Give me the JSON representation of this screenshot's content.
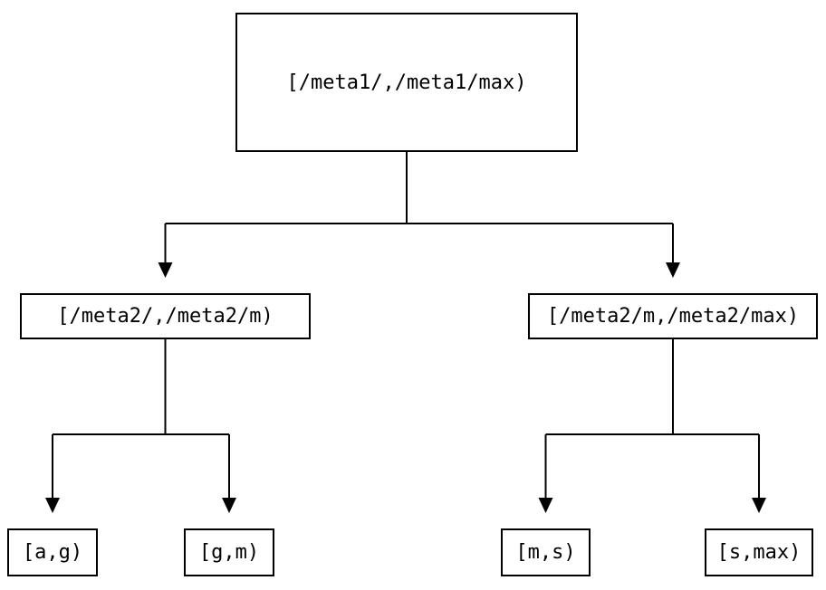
{
  "diagram": {
    "type": "tree",
    "colors": {
      "background": "#ffffff",
      "line": "#000000",
      "border": "#000000",
      "text": "#000000"
    },
    "nodes": {
      "root": {
        "label": "[/meta1/,/meta1/max)"
      },
      "level2_left": {
        "label": "[/meta2/,/meta2/m)"
      },
      "level2_right": {
        "label": "[/meta2/m,/meta2/max)"
      },
      "leaf_ag": {
        "label": "[a,g)"
      },
      "leaf_gm": {
        "label": "[g,m)"
      },
      "leaf_ms": {
        "label": "[m,s)"
      },
      "leaf_smax": {
        "label": "[s,max)"
      }
    },
    "edges": [
      {
        "from": "root",
        "to": "level2_left"
      },
      {
        "from": "root",
        "to": "level2_right"
      },
      {
        "from": "level2_left",
        "to": "leaf_ag"
      },
      {
        "from": "level2_left",
        "to": "leaf_gm"
      },
      {
        "from": "level2_right",
        "to": "leaf_ms"
      },
      {
        "from": "level2_right",
        "to": "leaf_smax"
      }
    ]
  }
}
